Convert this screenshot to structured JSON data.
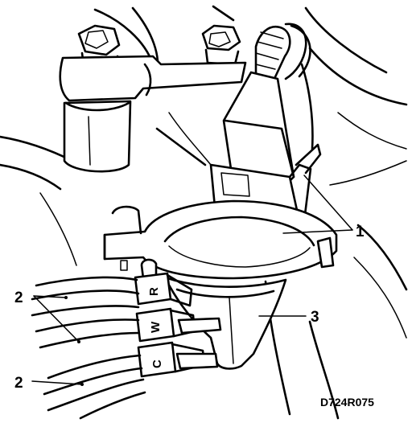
{
  "callouts": {
    "c1": "1",
    "c2a": "2",
    "c2b": "2",
    "c3": "3"
  },
  "wire_labels": {
    "r": "R",
    "w": "W",
    "c": "C"
  },
  "figure_ref": "D724R075"
}
